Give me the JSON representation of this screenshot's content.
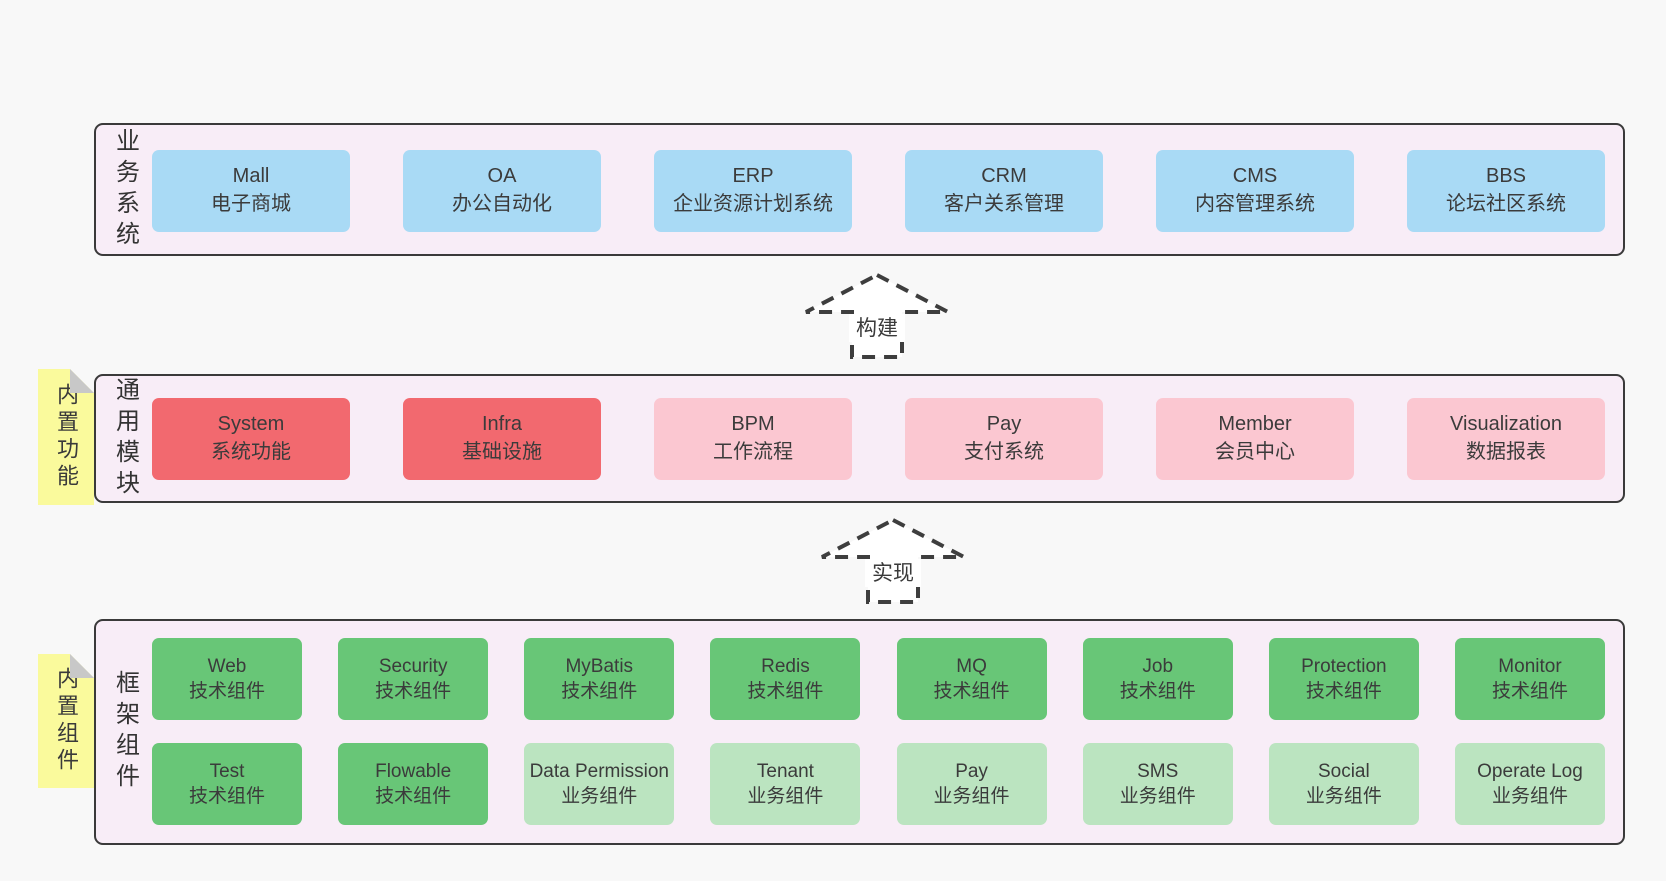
{
  "palette": {
    "background": "#f8f8f8",
    "section_fill": "#f8edf7",
    "section_border": "#3a3a3a",
    "blue_box": "#a9daf5",
    "red_box": "#f2696f",
    "pink_box": "#fbc7d1",
    "green_box": "#68c677",
    "light_green_box": "#bbe4c0",
    "sticky_yellow": "#fafa9c",
    "sticky_fold_gray": "#c8c8c8",
    "text": "#3a3a3a"
  },
  "arrows": {
    "build_label": "构建",
    "implement_label": "实现"
  },
  "stickies": {
    "builtin_features": "内置功能",
    "builtin_components": "内置组件"
  },
  "sections": {
    "business": {
      "label": "业务系统",
      "items": [
        {
          "en": "Mall",
          "zh": "电子商城"
        },
        {
          "en": "OA",
          "zh": "办公自动化"
        },
        {
          "en": "ERP",
          "zh": "企业资源计划系统"
        },
        {
          "en": "CRM",
          "zh": "客户关系管理"
        },
        {
          "en": "CMS",
          "zh": "内容管理系统"
        },
        {
          "en": "BBS",
          "zh": "论坛社区系统"
        }
      ]
    },
    "modules": {
      "label": "通用模块",
      "items": [
        {
          "en": "System",
          "zh": "系统功能",
          "variant": "red"
        },
        {
          "en": "Infra",
          "zh": "基础设施",
          "variant": "red"
        },
        {
          "en": "BPM",
          "zh": "工作流程",
          "variant": "pink"
        },
        {
          "en": "Pay",
          "zh": "支付系统",
          "variant": "pink"
        },
        {
          "en": "Member",
          "zh": "会员中心",
          "variant": "pink"
        },
        {
          "en": "Visualization",
          "zh": "数据报表",
          "variant": "pink"
        }
      ]
    },
    "framework": {
      "label": "框架组件",
      "rows": [
        [
          {
            "en": "Web",
            "zh": "技术组件",
            "variant": "green"
          },
          {
            "en": "Security",
            "zh": "技术组件",
            "variant": "green"
          },
          {
            "en": "MyBatis",
            "zh": "技术组件",
            "variant": "green"
          },
          {
            "en": "Redis",
            "zh": "技术组件",
            "variant": "green"
          },
          {
            "en": "MQ",
            "zh": "技术组件",
            "variant": "green"
          },
          {
            "en": "Job",
            "zh": "技术组件",
            "variant": "green"
          },
          {
            "en": "Protection",
            "zh": "技术组件",
            "variant": "green"
          },
          {
            "en": "Monitor",
            "zh": "技术组件",
            "variant": "green"
          }
        ],
        [
          {
            "en": "Test",
            "zh": "技术组件",
            "variant": "green"
          },
          {
            "en": "Flowable",
            "zh": "技术组件",
            "variant": "green"
          },
          {
            "en": "Data Permission",
            "zh": "业务组件",
            "variant": "green-light"
          },
          {
            "en": "Tenant",
            "zh": "业务组件",
            "variant": "green-light"
          },
          {
            "en": "Pay",
            "zh": "业务组件",
            "variant": "green-light"
          },
          {
            "en": "SMS",
            "zh": "业务组件",
            "variant": "green-light"
          },
          {
            "en": "Social",
            "zh": "业务组件",
            "variant": "green-light"
          },
          {
            "en": "Operate Log",
            "zh": "业务组件",
            "variant": "green-light"
          }
        ]
      ]
    }
  }
}
